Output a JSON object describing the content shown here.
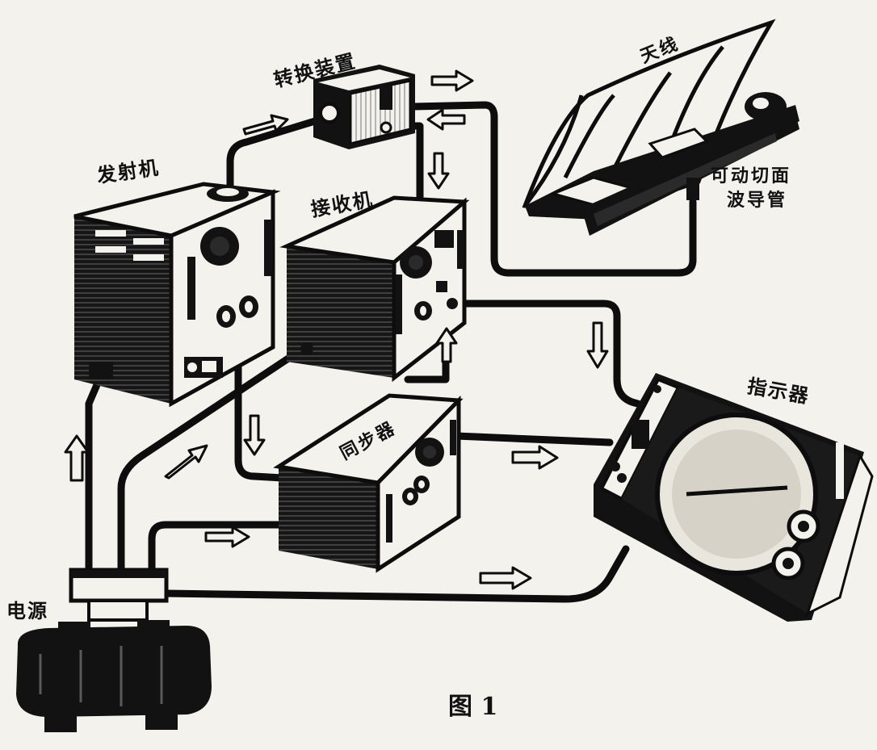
{
  "labels": {
    "transmitter": "发射机",
    "duplexer": "转换装置",
    "receiver": "接收机",
    "synchronizer": "同步器",
    "indicator": "指示器",
    "antenna": "天线",
    "waveguide_line1": "可动切面",
    "waveguide_line2": "波导管",
    "power_supply": "电源",
    "figure_caption": "图 1"
  },
  "colors": {
    "ink": "#0d0d0d",
    "paper": "#f4f2ec"
  },
  "icons": {
    "arrow": "hollow-block-arrow"
  }
}
